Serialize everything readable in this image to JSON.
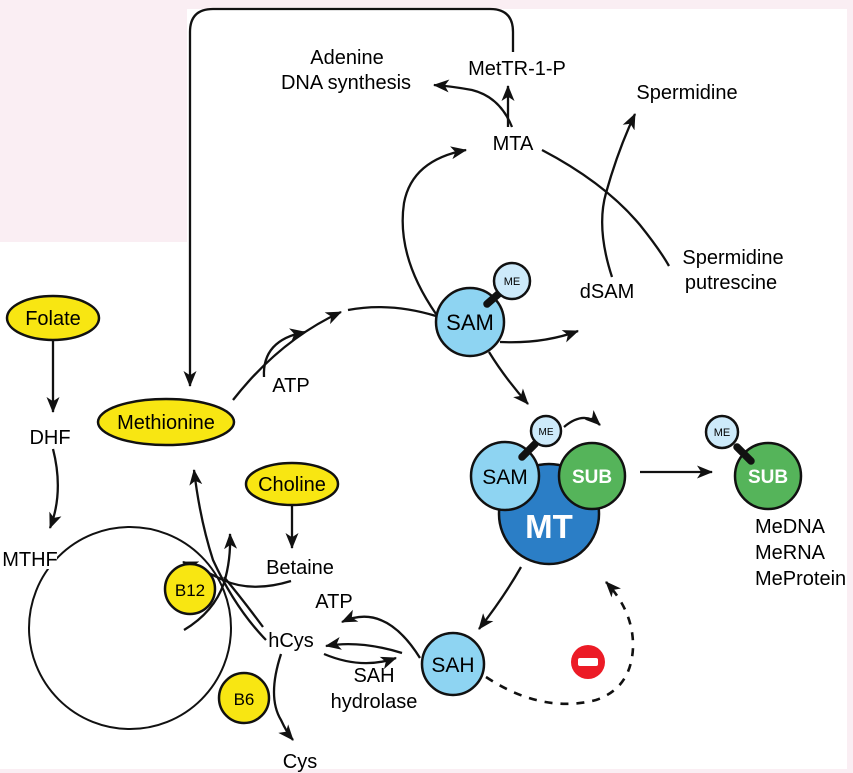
{
  "colors": {
    "background": "#ffffff",
    "page_edge": "#faeef3",
    "yellow": "#f8e612",
    "light_blue": "#8ed4f2",
    "pale_blue": "#cdeafa",
    "dark_blue": "#2b7ec6",
    "green": "#55b45a",
    "red": "#ec1b26",
    "white": "#ffffff"
  },
  "nodes": {
    "folate": "Folate",
    "methionine": "Methionine",
    "choline": "Choline",
    "b12": "B12",
    "b6": "B6",
    "sam": "SAM",
    "me": "ME",
    "sah": "SAH",
    "sub": "SUB",
    "mt": "MT"
  },
  "labels": {
    "adenine": "Adenine",
    "dna_synthesis": "DNA synthesis",
    "mettr1p": "MetTR-1-P",
    "mta": "MTA",
    "spermidine_product": "Spermidine",
    "spermidine_substrate": "Spermidine",
    "putrescine": "putrescine",
    "dsam": "dSAM",
    "atp_upper": "ATP",
    "atp_lower": "ATP",
    "dhf": "DHF",
    "mthf": "MTHF",
    "betaine": "Betaine",
    "hcys": "hCys",
    "sah_hydrolase_line1": "SAH",
    "sah_hydrolase_line2": "hydrolase",
    "cys": "Cys",
    "medna": "MeDNA",
    "merna": "MeRNA",
    "meprotein": "MeProtein"
  },
  "icons": {
    "inhibition": "minus-circle-icon"
  }
}
